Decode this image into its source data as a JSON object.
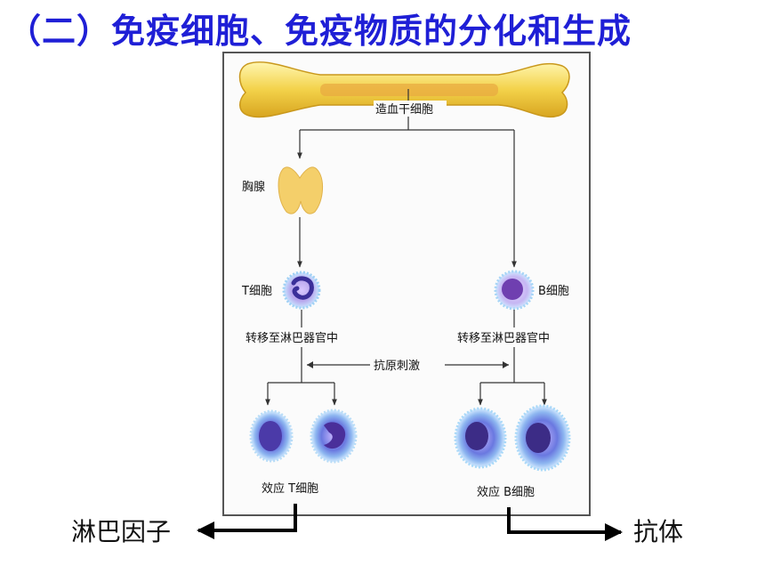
{
  "title": "（二）免疫细胞、免疫物质的分化和生成",
  "diagram": {
    "stem_cell": "造血干细胞",
    "thymus": "胸腺",
    "t_cell": "T细胞",
    "b_cell": "B细胞",
    "t_migrate": "转移至淋巴器官中",
    "b_migrate": "转移至淋巴器官中",
    "antigen": "抗原刺激",
    "effector_t": "效应 T细胞",
    "effector_b": "效应 B细胞"
  },
  "outputs": {
    "lymphokine": "淋巴因子",
    "antibody": "抗体"
  }
}
